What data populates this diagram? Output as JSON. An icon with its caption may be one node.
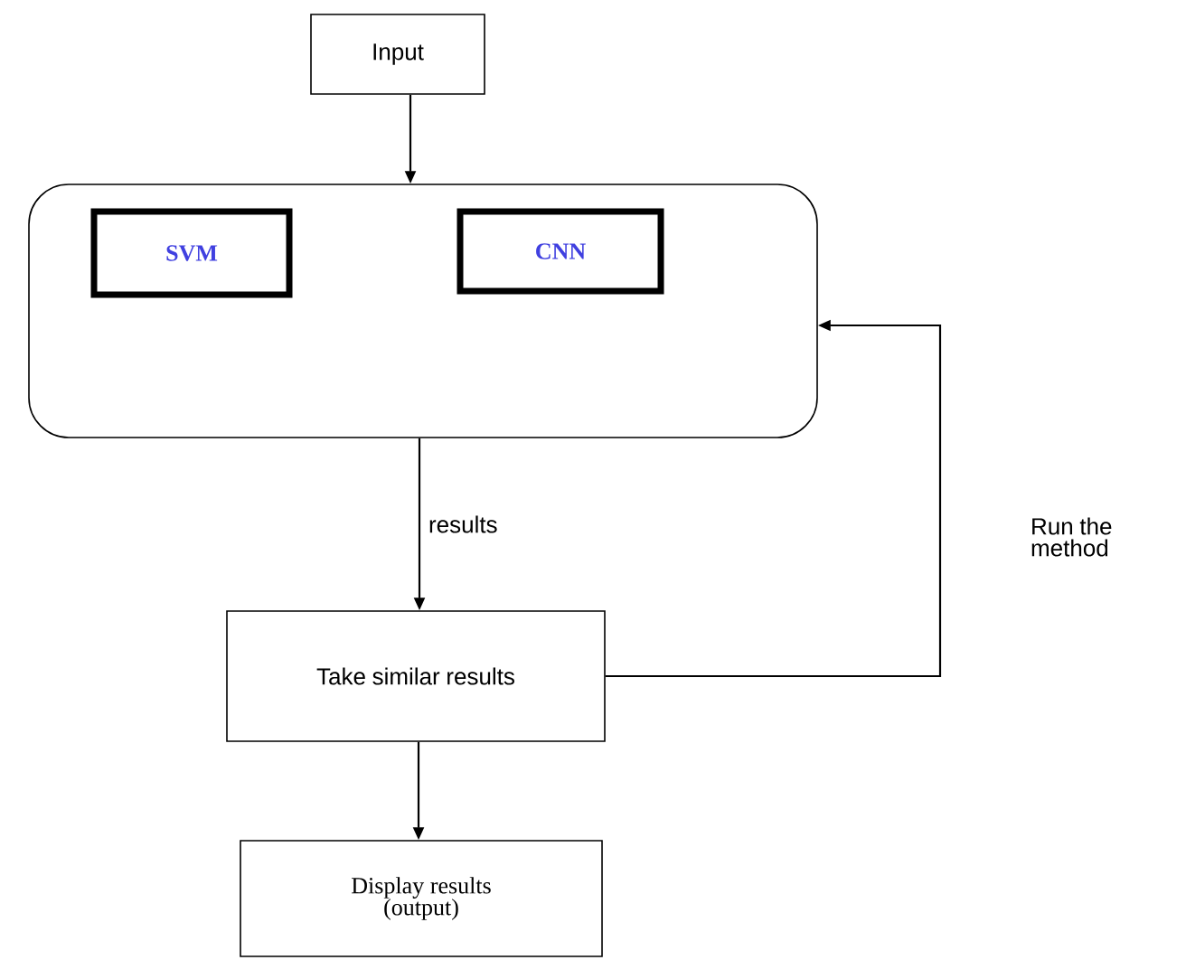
{
  "diagram": {
    "nodes": [
      {
        "text": [
          "Input"
        ]
      },
      {
        "text": [],
        "shape": "box"
      },
      {
        "text": [
          "SVM"
        ],
        "in": 1
      },
      {
        "text": [
          "CNN"
        ],
        "in": 1
      },
      {
        "text": [
          "Take similar results"
        ]
      },
      {
        "text": [
          "Display results (output)"
        ]
      }
    ],
    "edges": [
      {
        "from": 0,
        "to": 1,
        "arrow": "to"
      },
      {
        "from": 1,
        "to": 4,
        "arrow": "to",
        "label": "results"
      },
      {
        "from": 4,
        "to": 1,
        "arrow": "to",
        "label": "Run the method"
      },
      {
        "from": 4,
        "to": 5,
        "arrow": "to"
      }
    ]
  }
}
